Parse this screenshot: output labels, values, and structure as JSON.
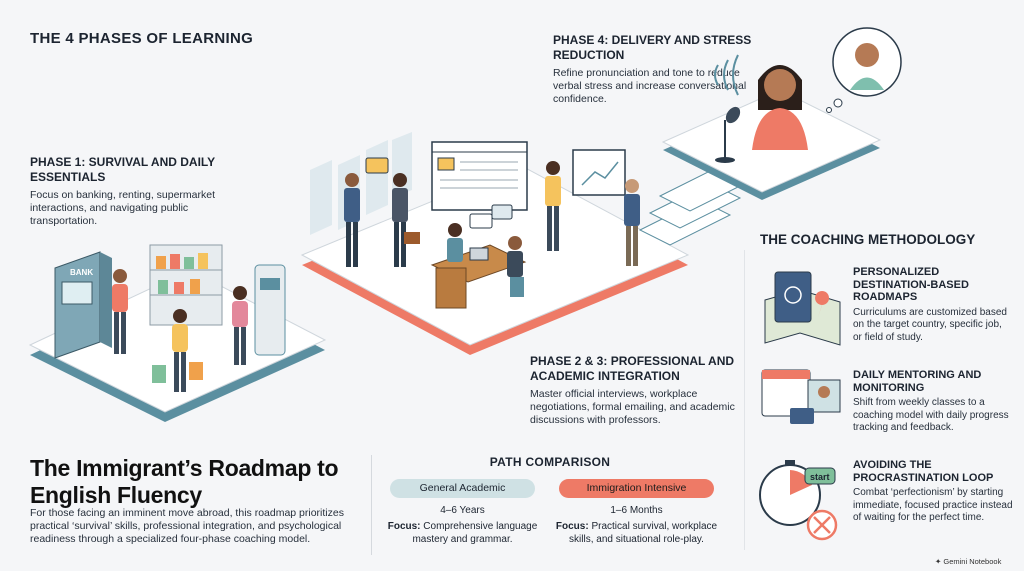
{
  "heading": "THE 4 PHASES OF LEARNING",
  "phase1": {
    "title": "PHASE 1: SURVIVAL AND DAILY ESSENTIALS",
    "desc": "Focus on banking, renting, supermarket interactions, and navigating public transportation."
  },
  "phase4": {
    "title": "PHASE 4: DELIVERY AND STRESS REDUCTION",
    "desc": "Refine pronunciation and tone to reduce verbal stress and increase conversational confidence."
  },
  "phase23": {
    "title": "PHASE 2 & 3: PROFESSIONAL AND ACADEMIC INTEGRATION",
    "desc": "Master official interviews, workplace negotiations, formal emailing, and academic discussions with professors."
  },
  "main_title": "The Immigrant’s Roadmap to English Fluency",
  "intro": "For those facing an imminent move abroad, this roadmap prioritizes practical ‘survival’ skills, professional integration, and psychological readiness through a specialized four-phase coaching model.",
  "comparison": {
    "title": "PATH COMPARISON",
    "general": {
      "label": "General Academic",
      "duration": "4–6 Years",
      "focus_label": "Focus:",
      "focus": "Comprehensive language mastery and grammar."
    },
    "intensive": {
      "label": "Immigration Intensive",
      "duration": "1–6 Months",
      "focus_label": "Focus:",
      "focus": "Practical survival, workplace skills, and situational role-play."
    }
  },
  "coaching": {
    "title": "THE COACHING METHODOLOGY",
    "items": [
      {
        "title": "PERSONALIZED DESTINATION-BASED ROADMAPS",
        "desc": "Curriculums are customized based on the target country, specific job, or field of study."
      },
      {
        "title": "DAILY MENTORING AND MONITORING",
        "desc": "Shift from weekly classes to a coaching model with daily progress tracking and feedback."
      },
      {
        "title": "AVOIDING THE PROCRASTINATION LOOP",
        "desc": "Combat ‘perfectionism’ by starting immediate, focused practice instead of waiting for the perfect time."
      }
    ]
  },
  "illustration": {
    "bank_sign": "BANK",
    "start_label": "start"
  },
  "brand": "Gemini Notebook",
  "colors": {
    "accent": "#ee7a66",
    "teal": "#5b8fa0",
    "pill_general": "#cfe1e4"
  }
}
